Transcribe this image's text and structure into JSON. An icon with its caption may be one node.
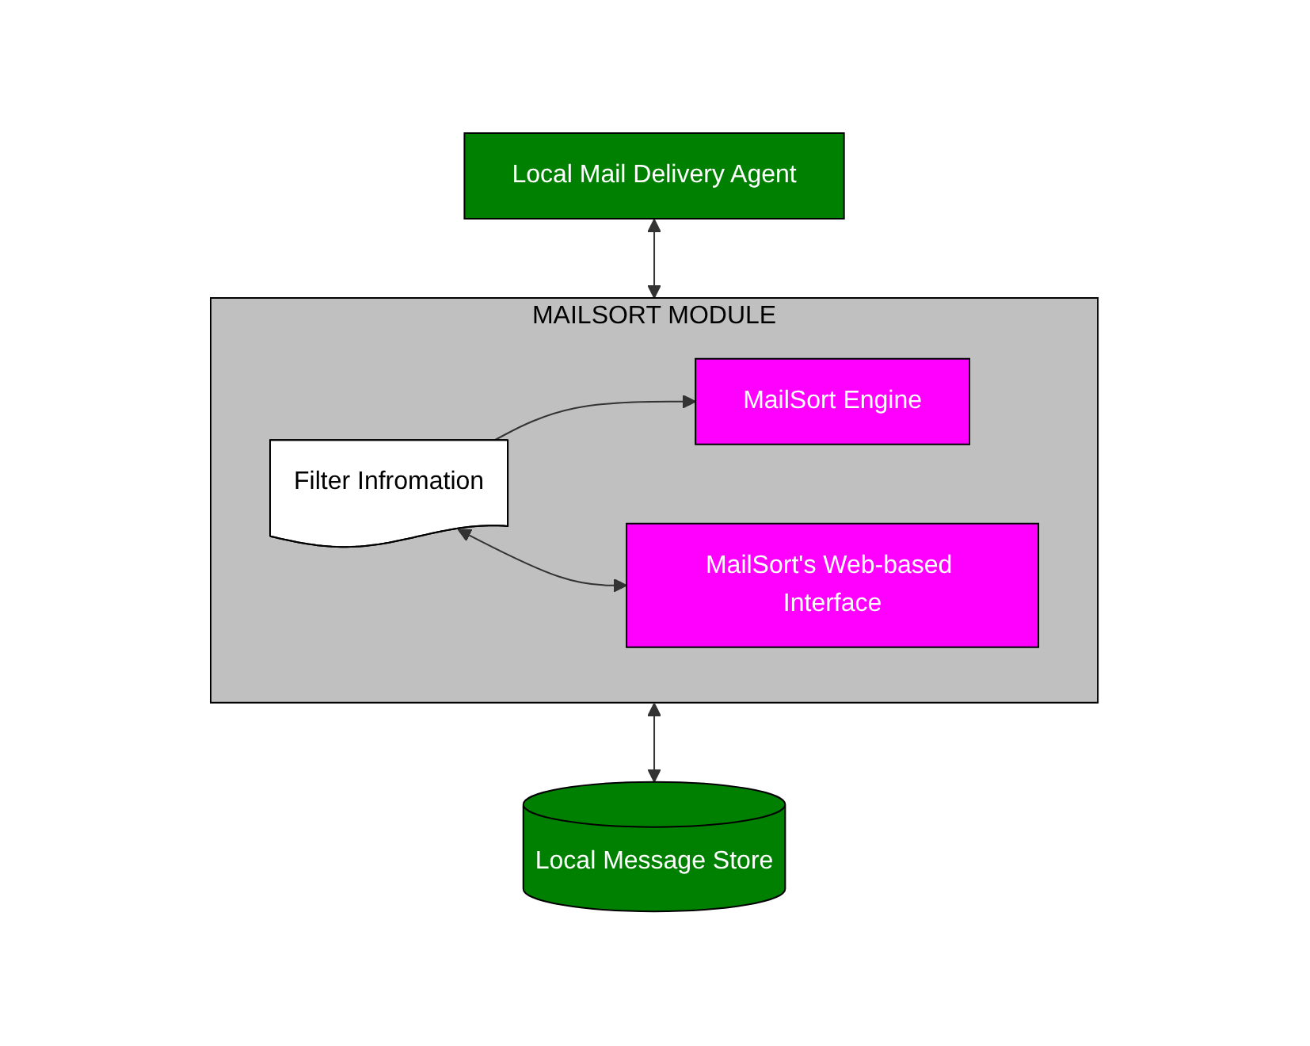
{
  "diagram": {
    "nodes": [
      {
        "text": [
          "Local Mail Delivery Agent"
        ]
      },
      {
        "text": [
          "MAILSORT MODULE"
        ]
      },
      {
        "text": [
          "MailSort Engine"
        ],
        "in": 1
      },
      {
        "text": [
          "Filter Infromation"
        ],
        "in": 1
      },
      {
        "text": [
          "MailSort's Web-based Interface"
        ],
        "in": 1
      },
      {
        "text": [
          "Local Message Store"
        ]
      }
    ],
    "edges": [
      {
        "from": 0,
        "to": 1,
        "arrow": "both"
      },
      {
        "from": 3,
        "to": 2,
        "arrow": "to"
      },
      {
        "from": 3,
        "to": 4,
        "arrow": "both"
      },
      {
        "from": 1,
        "to": 5,
        "arrow": "both"
      }
    ]
  }
}
